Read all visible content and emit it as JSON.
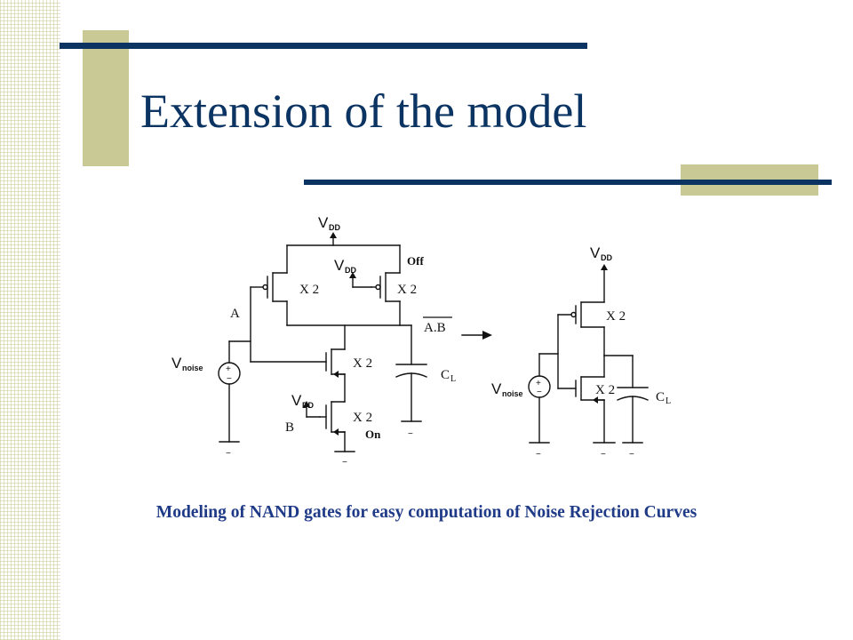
{
  "slide": {
    "title": "Extension of the model",
    "caption": "Modeling of NAND gates for easy computation of Noise Rejection Curves"
  },
  "left_circuit": {
    "vdd_main": "V",
    "vdd_main_sub": "DD",
    "vdd_top2": "V",
    "vdd_top2_sub": "DD",
    "vdd_b": "V",
    "vdd_b_sub": "DD",
    "off_label": "Off",
    "on_label": "On",
    "node_a": "A",
    "node_b": "B",
    "output": "A.B",
    "vnoise": "V",
    "vnoise_sub": "noise",
    "cap": "C",
    "cap_sub": "L",
    "width_p1": "X 2",
    "width_p2": "X 2",
    "width_n1": "X 2",
    "width_n2": "X 2"
  },
  "right_circuit": {
    "vdd": "V",
    "vdd_sub": "DD",
    "vnoise": "V",
    "vnoise_sub": "noise",
    "cap": "C",
    "cap_sub": "L",
    "width_p": "X 2",
    "width_n": "X 2"
  },
  "colors": {
    "title": "#0b3463",
    "caption": "#1f3b87",
    "navy_bar": "#0b3463",
    "olive_block": "#c9c996"
  }
}
